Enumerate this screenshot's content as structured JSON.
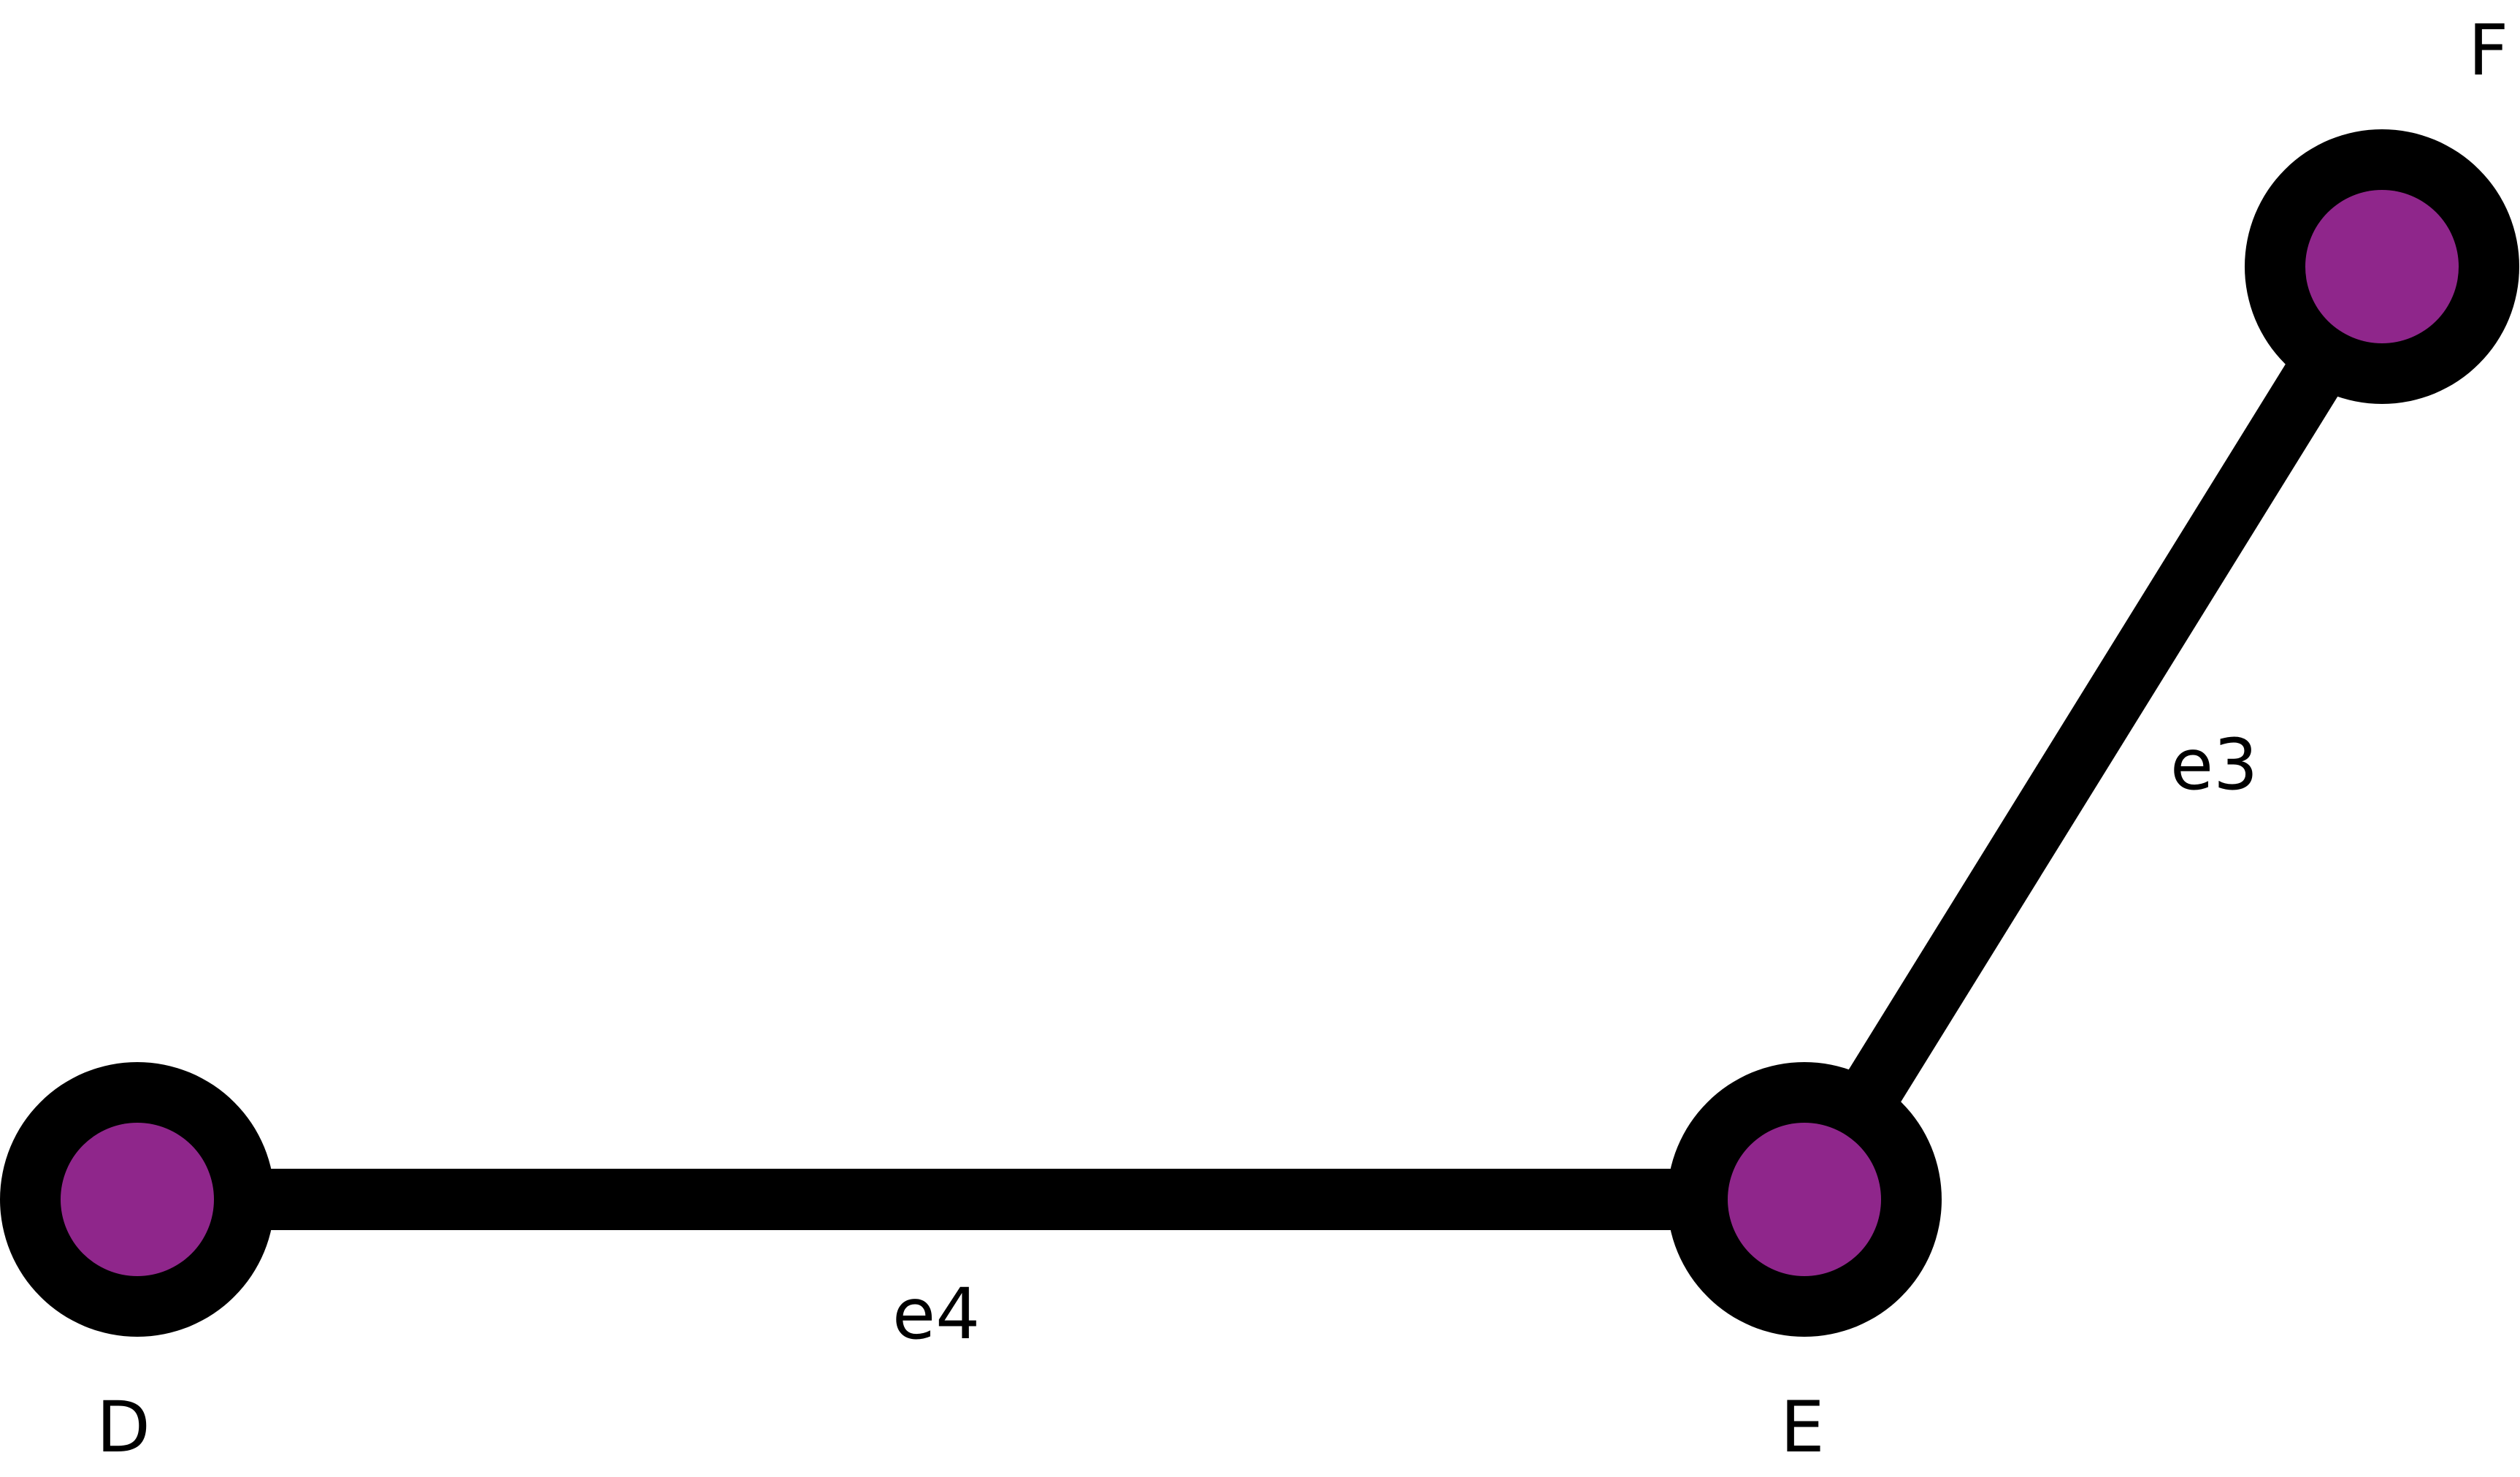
{
  "graph": {
    "node_fill_color": "#8f268b",
    "node_ring_color": "#000000",
    "edge_color": "#000000",
    "background_color": "#ffffff",
    "nodes": [
      {
        "id": "D",
        "label": "D"
      },
      {
        "id": "E",
        "label": "E"
      },
      {
        "id": "F",
        "label": "F"
      }
    ],
    "edges": [
      {
        "id": "e4",
        "label": "e4",
        "source": "D",
        "target": "E"
      },
      {
        "id": "e3",
        "label": "e3",
        "source": "E",
        "target": "F"
      }
    ]
  }
}
